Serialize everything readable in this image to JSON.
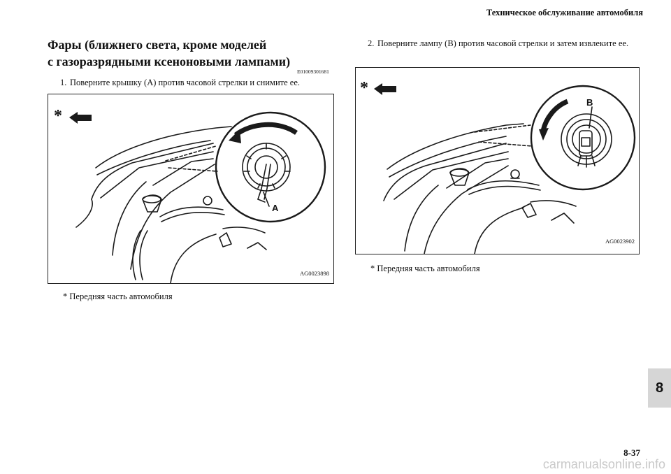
{
  "header": {
    "title": "Техническое обслуживание автомобиля"
  },
  "section": {
    "title_line1": "Фары (ближнего света, кроме моделей",
    "title_line2": "с газоразрядными ксеноновыми лампами)",
    "code": "E01009301681"
  },
  "steps": [
    {
      "number": "1.",
      "text": "Поверните крышку (A) против часовой стрелки и снимите ее."
    },
    {
      "number": "2.",
      "text": "Поверните лампу (B) против часовой стрелки и затем извлеките ее."
    }
  ],
  "figures": [
    {
      "code": "AG0023898",
      "label": "A",
      "marker": "*"
    },
    {
      "code": "AG0023902",
      "label": "B",
      "marker": "*"
    }
  ],
  "footnotes": [
    "*  Передняя часть автомобиля",
    "*  Передняя часть автомобиля"
  ],
  "chapter_tab": "8",
  "page_number": "8-37",
  "watermark": "carmanualsonline.info"
}
